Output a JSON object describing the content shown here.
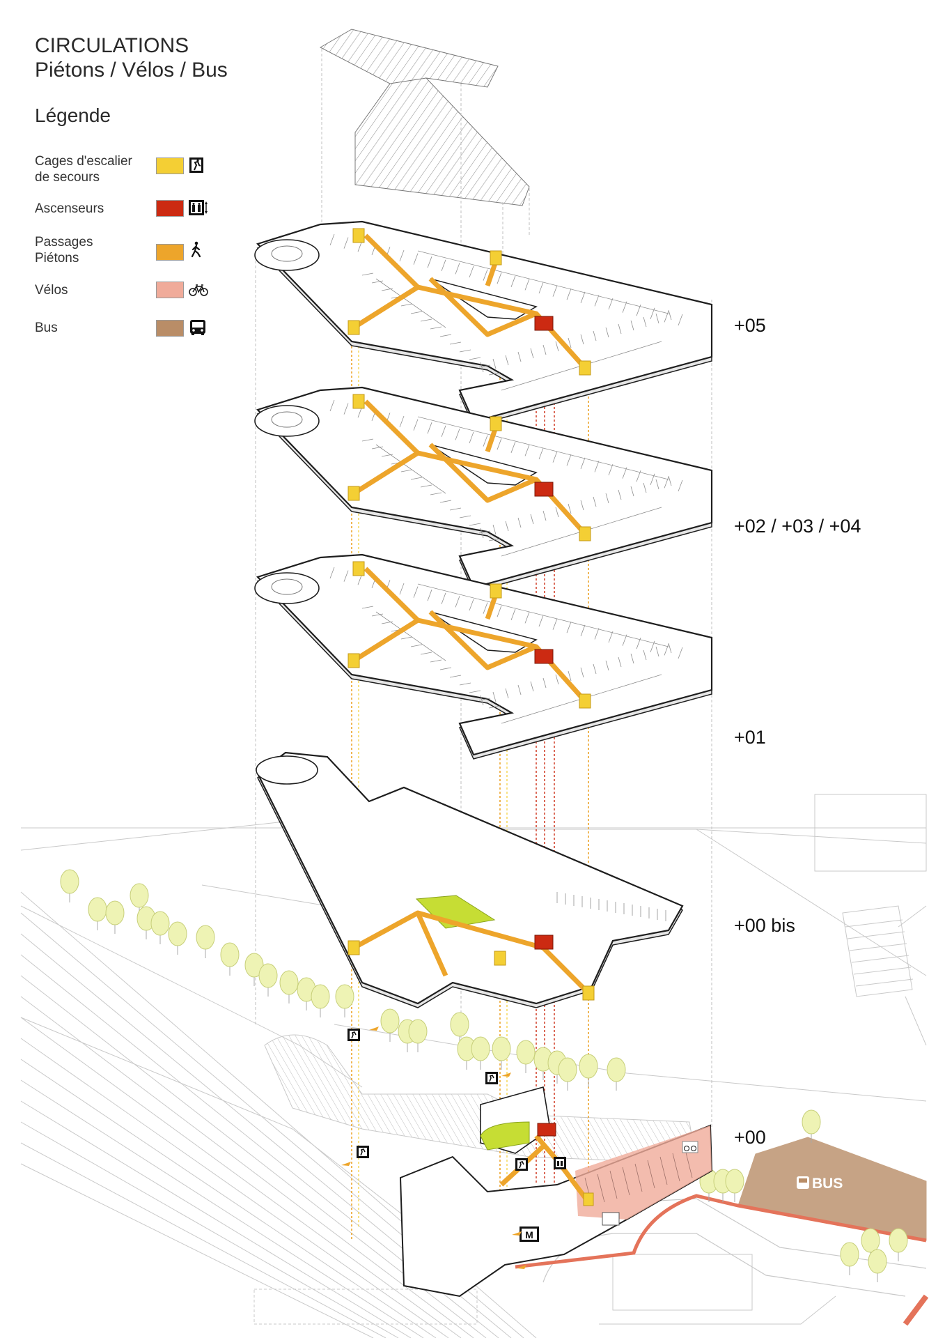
{
  "title": {
    "line1": "CIRCULATIONS",
    "line2": "Piétons / Vélos / Bus"
  },
  "legend": {
    "title": "Légende",
    "items": [
      {
        "key": "escalier",
        "line1": "Cages d'escalier",
        "line2": "de secours",
        "color": "#f4cf34",
        "icon": "emergency-exit-icon"
      },
      {
        "key": "ascenseur",
        "line1": "Ascenseurs",
        "line2": "",
        "color": "#cc2a12",
        "icon": "elevator-icon"
      },
      {
        "key": "pietons",
        "line1": "Passages",
        "line2": "Piétons",
        "color": "#eda52b",
        "icon": "pedestrian-icon"
      },
      {
        "key": "velos",
        "line1": "Vélos",
        "line2": "",
        "color": "#f0ab9a",
        "icon": "bicycle-icon"
      },
      {
        "key": "bus",
        "line1": "Bus",
        "line2": "",
        "color": "#b98d67",
        "icon": "bus-icon"
      }
    ]
  },
  "levels": [
    {
      "label": "+05"
    },
    {
      "label": "+02 / +03 / +04"
    },
    {
      "label": "+01"
    },
    {
      "label": "+00 bis"
    },
    {
      "label": "+00"
    }
  ],
  "map_labels": {
    "bus": "BUS",
    "metro": "M"
  },
  "colors": {
    "line": "#1e1e1e",
    "parking_line": "#8f8f8f",
    "ground_line": "#c9c9c9",
    "stair": "#f4cf34",
    "pedestrian": "#eda52b",
    "elevator": "#cc2a12",
    "bike": "#f0ab9a",
    "bus": "#b98d67",
    "green": "#c6dd34",
    "tree": "#eef3b4"
  }
}
